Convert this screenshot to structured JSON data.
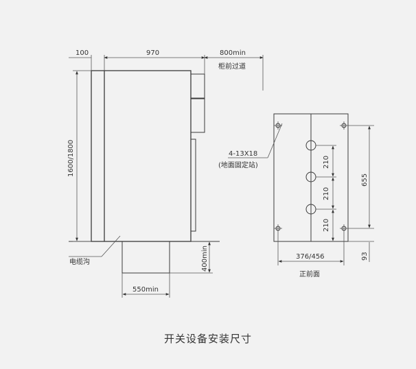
{
  "caption": "开关设备安装尺寸",
  "side_view": {
    "dim_top_left": "100",
    "dim_top_mid": "970",
    "dim_top_right": "800min",
    "aisle_label": "柜前过道",
    "dim_height": "1600/1800",
    "cable_trench_label": "电缆沟",
    "dim_trench_depth": "400min",
    "dim_trench_width": "550min"
  },
  "front_view": {
    "hole_spec": "4-13X18",
    "hole_note": "(地面固定站)",
    "dim_spacing_1": "210",
    "dim_spacing_2": "210",
    "dim_spacing_3": "210",
    "dim_total_height": "655",
    "dim_width": "376/456",
    "dim_bottom": "93",
    "view_label": "正前面"
  }
}
